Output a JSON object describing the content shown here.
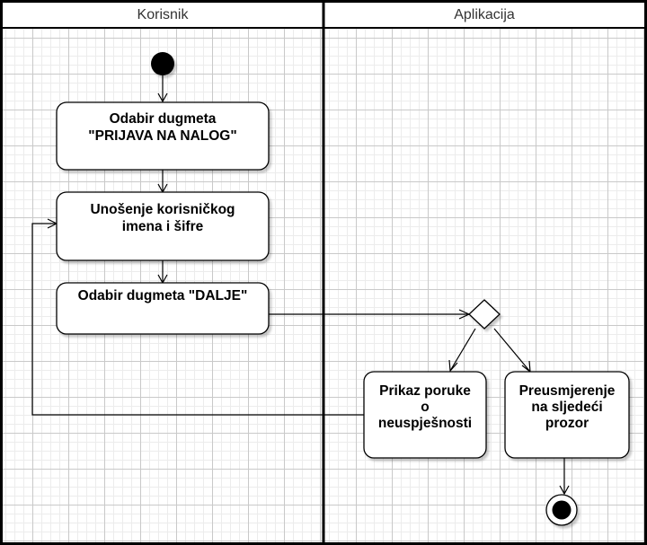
{
  "lanes": {
    "left": "Korisnik",
    "right": "Aplikacija"
  },
  "nodes": {
    "select_login": {
      "line1": "Odabir dugmeta",
      "line2": "\"PRIJAVA NA NALOG\""
    },
    "enter_credentials": {
      "line1": "Unošenje korisničkog",
      "line2": "imena i šifre"
    },
    "select_next": {
      "line1": "Odabir dugmeta \"DALJE\""
    },
    "failure_message": {
      "line1": "Prikaz poruke",
      "line2": "o",
      "line3": "neuspješnosti"
    },
    "redirect": {
      "line1": "Preusmjerenje",
      "line2": "na sljedeći",
      "line3": "prozor"
    }
  },
  "colors": {
    "line": "#000000",
    "box_fill": "#ffffff",
    "grid_major": "#c9c9c9",
    "grid_minor": "#ececec",
    "header_text": "#333333"
  }
}
